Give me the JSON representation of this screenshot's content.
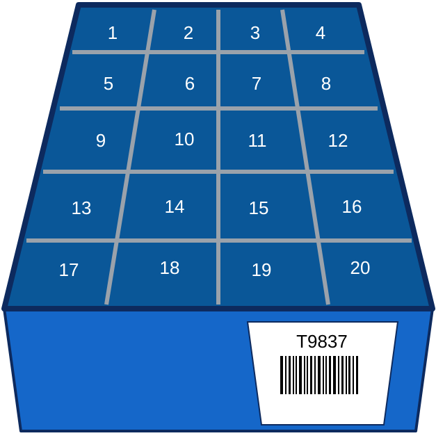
{
  "diagram": {
    "colors": {
      "outline": "#0d2a5e",
      "top_fill": "#0a5798",
      "divider": "#9aa2ab",
      "front_fill": "#1567c9",
      "label_fill": "#ffffff",
      "cell_text": "#ffffff",
      "label_text": "#000000"
    },
    "compartments": [
      "1",
      "2",
      "3",
      "4",
      "5",
      "6",
      "7",
      "8",
      "9",
      "10",
      "11",
      "12",
      "13",
      "14",
      "15",
      "16",
      "17",
      "18",
      "19",
      "20"
    ],
    "label": {
      "code": "T9837"
    }
  }
}
